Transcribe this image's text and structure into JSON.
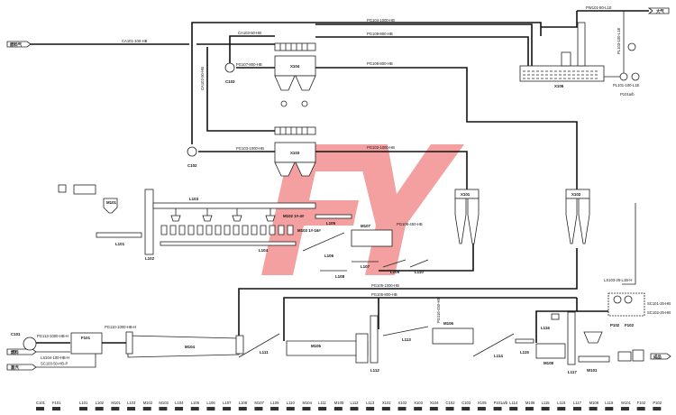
{
  "watermark": "FY",
  "colors": {
    "pipe": "#111111",
    "watermark": "#f05a5a"
  },
  "streams": {
    "air_in": "原料气",
    "exhaust_out": "大气",
    "fuel_in": "燃料",
    "steam_in": "蒸汽",
    "product_out": "成品"
  },
  "pipes": {
    "ca101": "CA101-100-HB",
    "ca103": "CA103-50-HB",
    "ca102": "CA102-50-HB",
    "pg107": "PG107-800-HB",
    "pg104": "PG104-1000-HB",
    "pg109": "PG109-800-HB",
    "pg106": "PG106-800-HB",
    "pg103": "PG103-1000-HB",
    "pg102": "PG102-1000-HB",
    "pg108": "PG108-450-HB",
    "pg105a": "PG105-1000-HB",
    "pg105b": "PG105-800-HB",
    "pl103": "PL103-100-L1E",
    "pw101": "PW101-80-L1E",
    "pg102b": "PG110-1000-HB-H",
    "pg113": "PG113-1000-HB-H",
    "ls104": "LS104-100-HB-H",
    "sc103": "SC103-50-HB-P",
    "pg116": "PG116-450-HB",
    "ls103": "LS103-25-L1B-H",
    "sc101": "SC101-25-HB",
    "sc102": "SC102-25-HB",
    "pl101": "PL101-100-L1E",
    "pump_cap": "P101a/b"
  },
  "equipment": {
    "x104": "X104",
    "x103": "X103",
    "x101": "X101",
    "x102": "X102",
    "x105": "X105",
    "c101": "C101",
    "c102": "C102",
    "c103": "C103",
    "f101": "F101",
    "m104": "M104",
    "m105": "M105",
    "m106": "M106",
    "m108": "M108",
    "m101": "M101",
    "m102": "M102 1#-4#",
    "m103": "M103 1#-16#",
    "m107": "M107",
    "l101": "L101",
    "l102": "L102",
    "l103": "L103",
    "l104": "L104",
    "l105": "L105",
    "l106": "L106",
    "l107": "L107",
    "l108": "L108",
    "l109": "L109",
    "l110": "L110",
    "l111": "L111",
    "l112": "L112",
    "l113": "L113",
    "l114": "L114",
    "l115": "L115",
    "l116": "L116",
    "l117": "L117",
    "l118": "L118",
    "w101": "W101",
    "p102": "P102",
    "f102": "F102"
  },
  "legend": [
    "C101",
    "F101",
    "L101",
    "L102",
    "M101",
    "L103",
    "M102",
    "M103",
    "L104",
    "L105",
    "L106",
    "L107",
    "L108",
    "M107",
    "L109",
    "L110",
    "M104",
    "L111",
    "M105",
    "L112",
    "L113",
    "X101",
    "X102",
    "X103",
    "X104",
    "C102",
    "C103",
    "X105",
    "P101a/b",
    "L114",
    "M106",
    "L115",
    "L116",
    "L117",
    "M108",
    "L118",
    "W101",
    "F102",
    "P102"
  ]
}
